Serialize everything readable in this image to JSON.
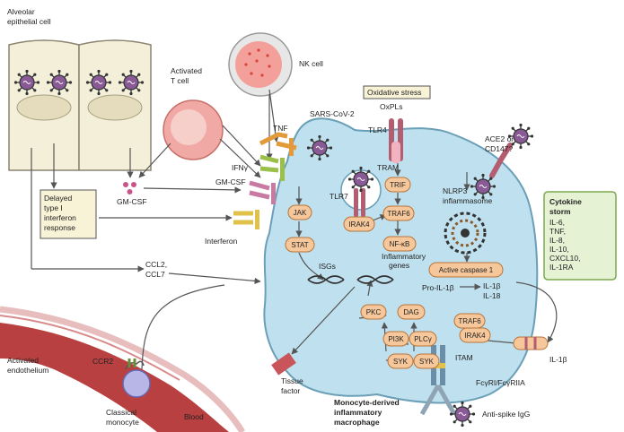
{
  "cells": {
    "alveolar": "Alveolar epithelial cell",
    "t_cell": "Activated T cell",
    "nk_cell": "NK cell",
    "endothelium": "Activated endothelium",
    "classical_monocyte": "Classical monocyte",
    "blood": "Blood",
    "macrophage": "Monocyte-derived inflammatory macrophage"
  },
  "labels": {
    "oxidative_stress": "Oxidative stress",
    "oxpls": "OxPLs",
    "sars": "SARS-CoV-2",
    "tlr4": "TLR4",
    "tram": "TRAM",
    "tlr7": "TLR7",
    "tnf": "TNF",
    "ifng": "IFNγ",
    "gmcsf_receptor": "GM-CSF",
    "gmcsf_dots": "GM-CSF",
    "interferon": "Interferon",
    "delayed_response": "Delayed type I interferon response",
    "ccl": "CCL2, CCL7",
    "ccr2": "CCR2",
    "isgs": "ISGs",
    "inflammatory_genes": "Inflammatory genes",
    "nlrp3": "NLRP3 inflammasome",
    "ace2": "ACE2 or CD147?",
    "pro_il1b": "Pro-IL-1β",
    "il1b_il18": "IL-1β IL-18",
    "il1b_out": "IL-1β",
    "itam": "ITAM",
    "fc_receptor": "FcγRI/FcγRIIA",
    "anti_spike": "Anti-spike IgG",
    "tissue_factor": "Tissue factor"
  },
  "signaling": {
    "jak": "JAK",
    "stat": "STAT",
    "trif": "TRIF",
    "traf6": "TRAF6",
    "irak4": "IRAK4",
    "nfkb": "NF-κB",
    "active_caspase": "Active caspase 1",
    "pkc": "PKC",
    "dag": "DAG",
    "pi3k": "PI3K",
    "plcg": "PLCγ",
    "syk": "SYK",
    "traf6_b": "TRAF6",
    "irak4_b": "IRAK4"
  },
  "cytokine_storm": {
    "title": "Cytokine storm",
    "items": [
      "IL-6,",
      "TNF,",
      "IL-8,",
      "IL-10,",
      "CXCL10,",
      "IL-1RA"
    ]
  },
  "colors": {
    "macrophage_fill": "#bfe0ee",
    "pill_fill": "#f5c79a",
    "pill_stroke": "#b8743a",
    "storm_fill": "#e6f2d4",
    "storm_stroke": "#7aa84f",
    "vessel": "#b84040"
  }
}
